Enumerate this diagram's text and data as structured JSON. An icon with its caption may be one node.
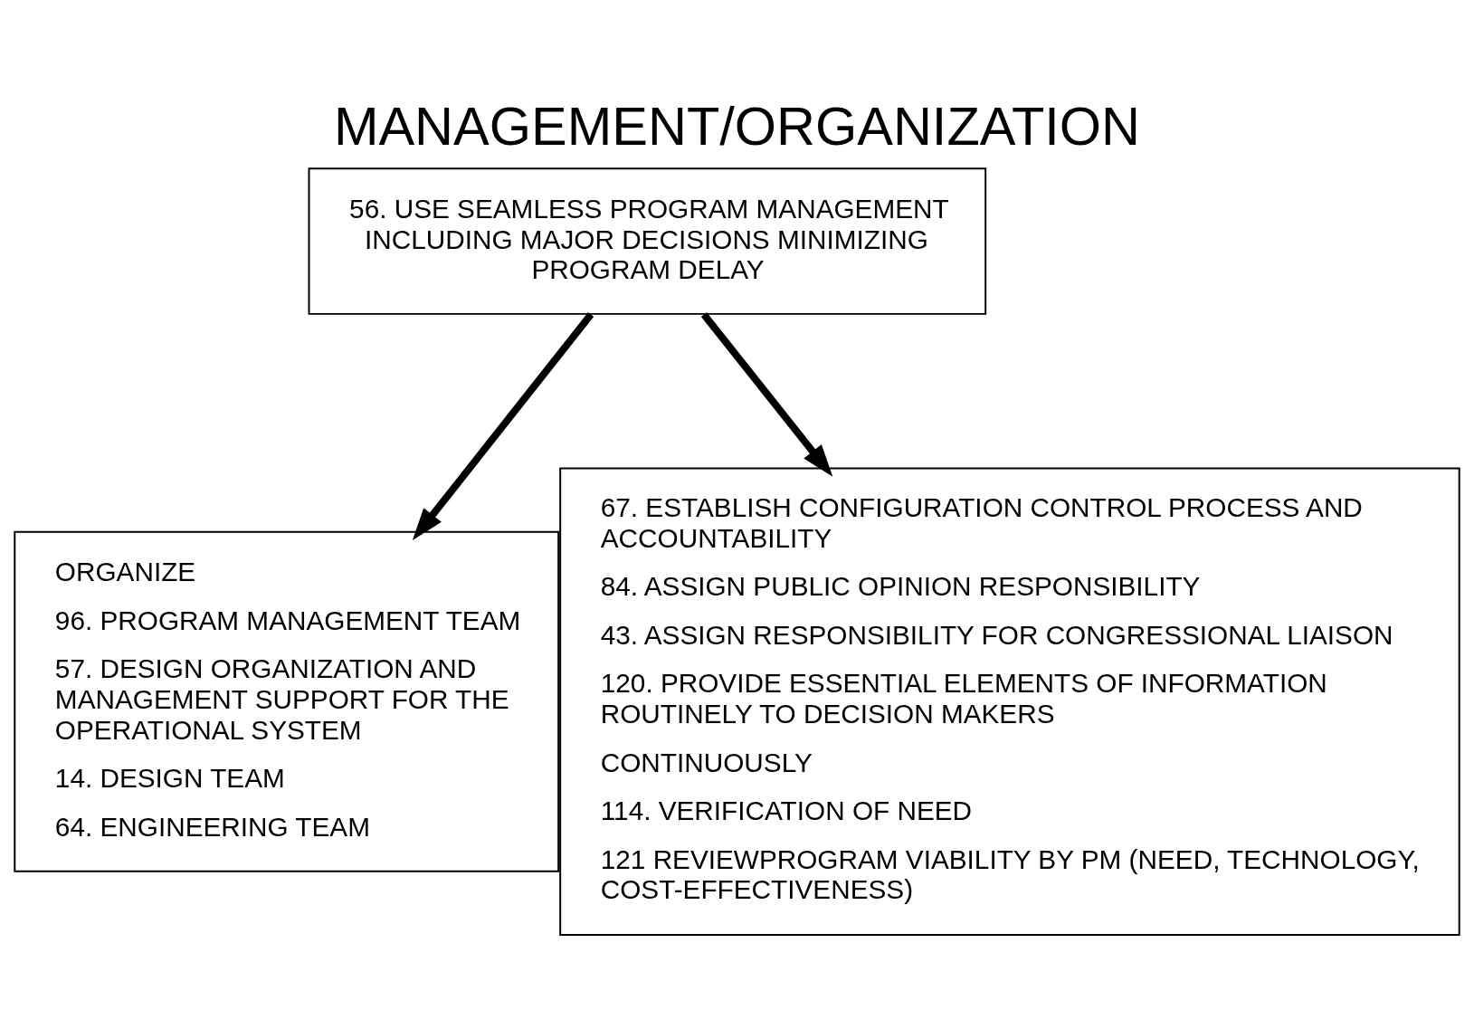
{
  "diagram": {
    "title": "MANAGEMENT/ORGANIZATION",
    "nodes": [
      {
        "text": [
          "56. USE SEAMLESS PROGRAM MANAGEMENT INCLUDING MAJOR DECISIONS MINIMIZING PROGRAM DELAY"
        ]
      },
      {
        "text": [
          "ORGANIZE",
          "96. PROGRAM MANAGEMENT TEAM",
          "57. DESIGN ORGANIZATION AND MANAGEMENT SUPPORT FOR THE OPERATIONAL SYSTEM",
          "14. DESIGN TEAM",
          "64. ENGINEERING TEAM"
        ]
      },
      {
        "text": [
          "67. ESTABLISH CONFIGURATION CONTROL PROCESS AND ACCOUNTABILITY",
          "84. ASSIGN PUBLIC OPINION RESPONSIBILITY",
          "43. ASSIGN RESPONSIBILITY FOR CONGRESSIONAL LIAISON",
          "120. PROVIDE ESSENTIAL ELEMENTS OF INFORMATION ROUTINELY TO DECISION MAKERS",
          "CONTINUOUSLY",
          "114. VERIFICATION OF NEED",
          "121 REVIEWPROGRAM VIABILITY BY PM (NEED, TECHNOLOGY, COST-EFFECTIVENESS)"
        ]
      }
    ],
    "edges": [
      {
        "from": 0,
        "to": 1,
        "arrow": "to"
      },
      {
        "from": 0,
        "to": 2,
        "arrow": "to"
      }
    ]
  }
}
